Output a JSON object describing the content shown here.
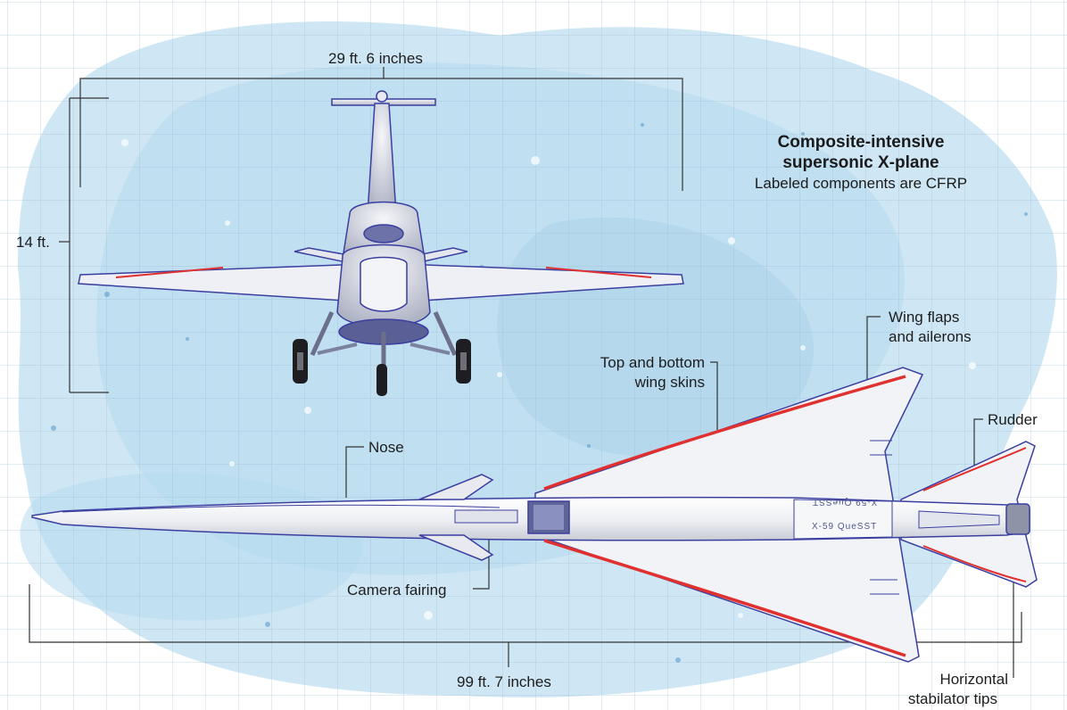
{
  "title": {
    "line1": "Composite-intensive",
    "line2": "supersonic X-plane",
    "subtitle": "Labeled components are CFRP"
  },
  "dimensions": {
    "span": "29 ft. 6 inches",
    "height": "14 ft.",
    "length": "99 ft. 7 inches"
  },
  "labels": {
    "nose": "Nose",
    "camera_fairing": "Camera fairing",
    "wing_skins_1": "Top and bottom",
    "wing_skins_2": "wing skins",
    "wing_flaps_1": "Wing flaps",
    "wing_flaps_2": "and ailerons",
    "rudder": "Rudder",
    "stabilator_1": "Horizontal",
    "stabilator_2": "stabilator tips"
  },
  "aircraft_markings": {
    "fuselage_text": "X-59 QueSST"
  },
  "colors": {
    "outline": "#3a3fa0",
    "cfrp_highlight": "#e03030",
    "grid_background": "#c9e3f2",
    "airframe": "#eef0f4"
  }
}
